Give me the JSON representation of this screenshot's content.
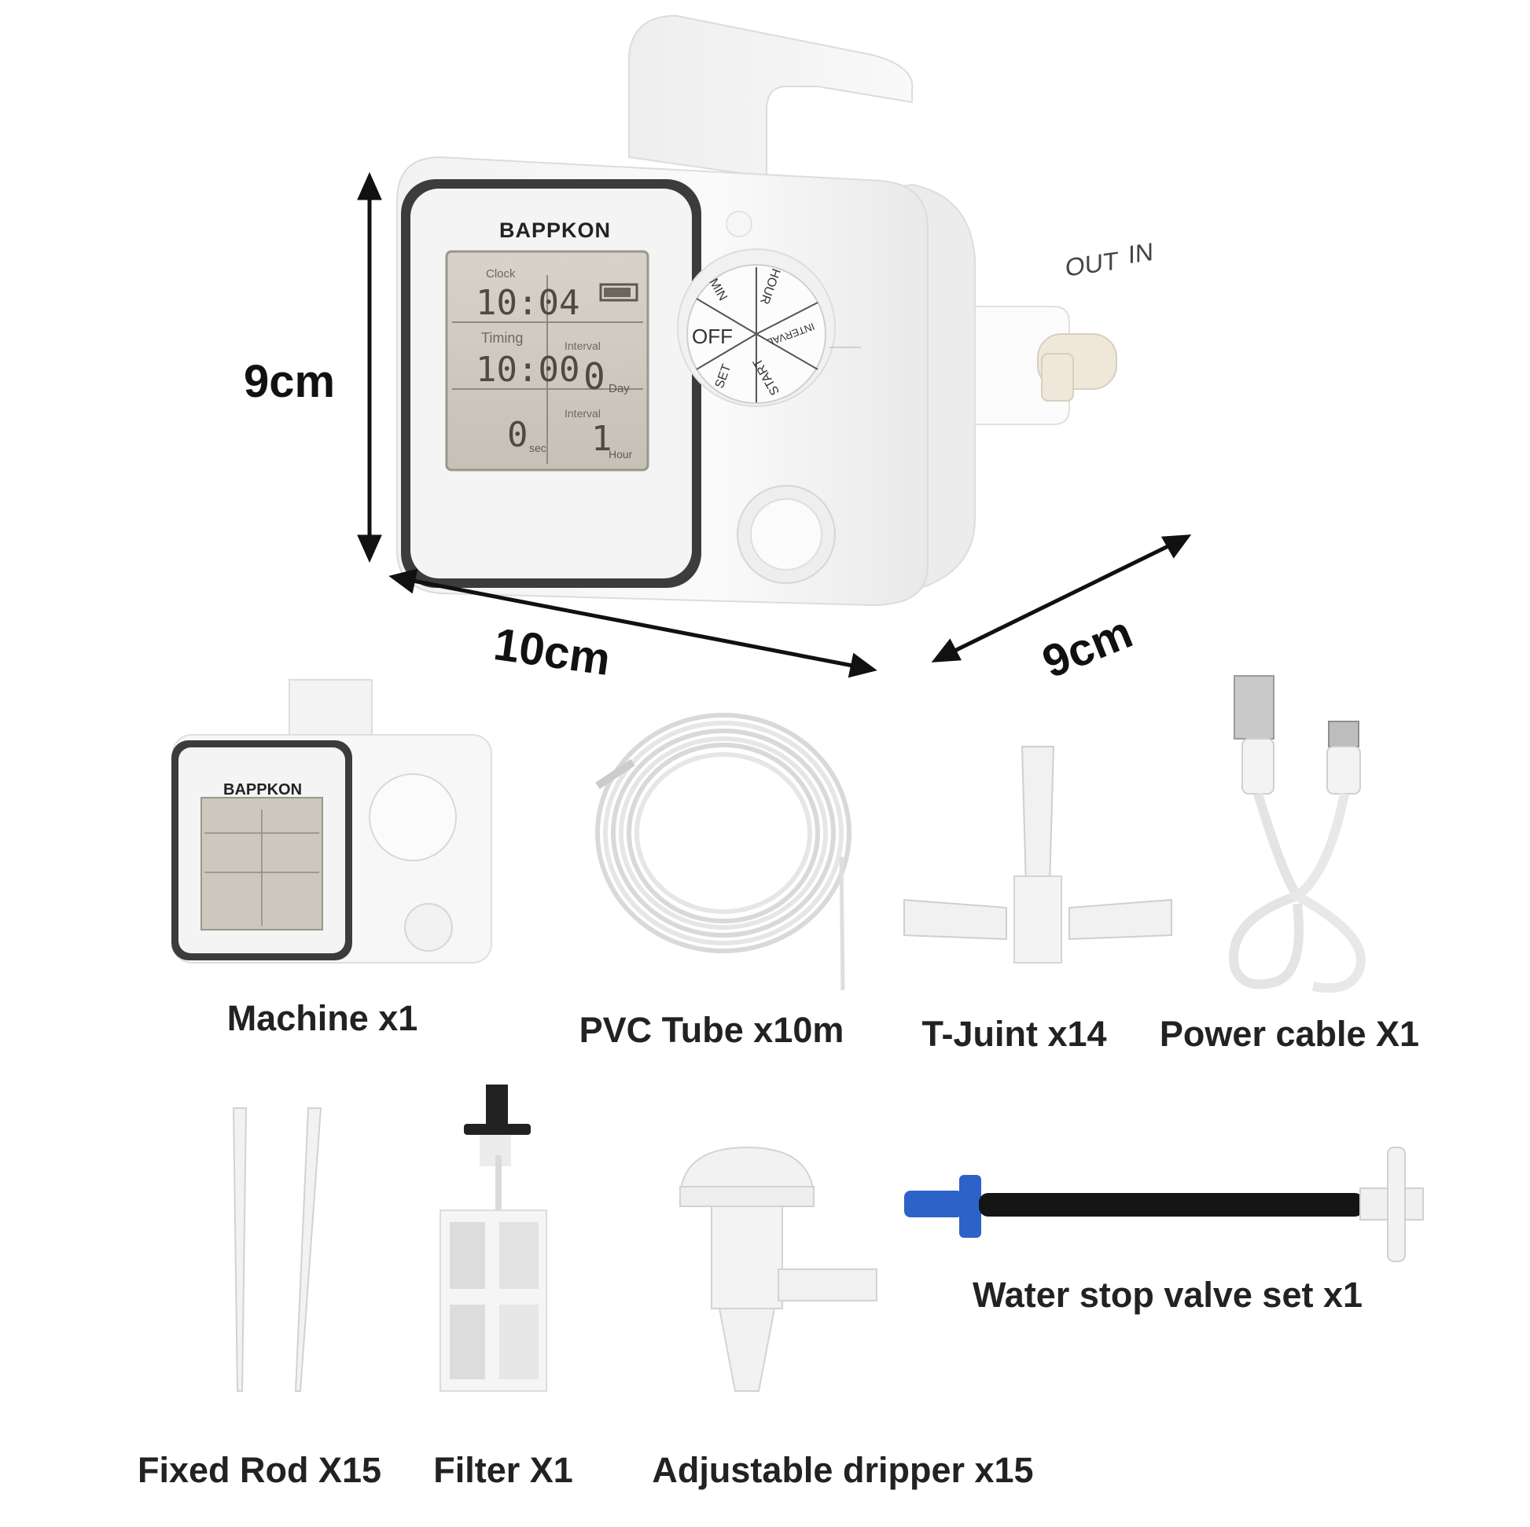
{
  "brand": "BAPPKON",
  "dimensions": {
    "height": "9cm",
    "width": "10cm",
    "depth": "9cm"
  },
  "ports": {
    "out": "OUT",
    "in": "IN"
  },
  "lcd": {
    "clock": "10:04",
    "clock_label": "Clock",
    "timing_label": "Timing",
    "timing": "10:00",
    "interval_label": "Interval",
    "interval_days": "0",
    "interval_unit": "Day",
    "duration_label": "Interval",
    "duration_sec": "0",
    "duration_unit": "sec",
    "hour_value": "1",
    "hour_unit": "Hour"
  },
  "dial": {
    "off": "OFF",
    "set": "SET",
    "start": "START",
    "hour": "HOUR",
    "min": "MIN",
    "interval": "INTERVAL"
  },
  "items": [
    {
      "label": "Machine x1"
    },
    {
      "label": "PVC Tube x10m"
    },
    {
      "label": "T-Juint x14"
    },
    {
      "label": "Power cable X1"
    },
    {
      "label": "Fixed Rod X15"
    },
    {
      "label": "Filter X1"
    },
    {
      "label": "Adjustable dripper x15"
    },
    {
      "label": "Water stop valve set x1"
    }
  ],
  "colors": {
    "body": "#f7f7f7",
    "lcd": "#cfcac0",
    "bezel": "#3c3c3c",
    "valve_blue": "#2d63c8"
  }
}
